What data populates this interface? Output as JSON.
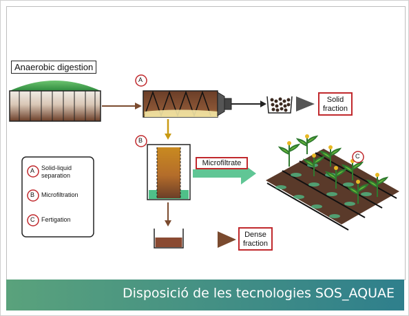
{
  "caption": "Disposició de les tecnologies SOS_AQUAE",
  "colors": {
    "caption_bg_left": "#5aa27c",
    "caption_bg_right": "#2f7f8c",
    "outline_red": "#c0282c",
    "arrow_brown": "#7a4a2e",
    "arrow_gold": "#c99a12",
    "arrow_green": "#4fc089",
    "digester_green": "#3a9a48",
    "field_brown": "#5a3a2a"
  },
  "diagram": {
    "digester_label": "Anaerobic digestion",
    "outputs": {
      "solid": [
        "Solid",
        "fraction"
      ],
      "microfiltrate": "Microfiltrate",
      "dense": [
        "Dense",
        "fraction"
      ]
    },
    "step_markers": {
      "a": "A",
      "b": "B",
      "c": "C"
    },
    "legend": [
      {
        "marker": "A",
        "label": [
          "Solid-liquid",
          "separation"
        ]
      },
      {
        "marker": "B",
        "label": [
          "Microfiltration"
        ]
      },
      {
        "marker": "C",
        "label": [
          "Fertigation"
        ]
      }
    ]
  }
}
